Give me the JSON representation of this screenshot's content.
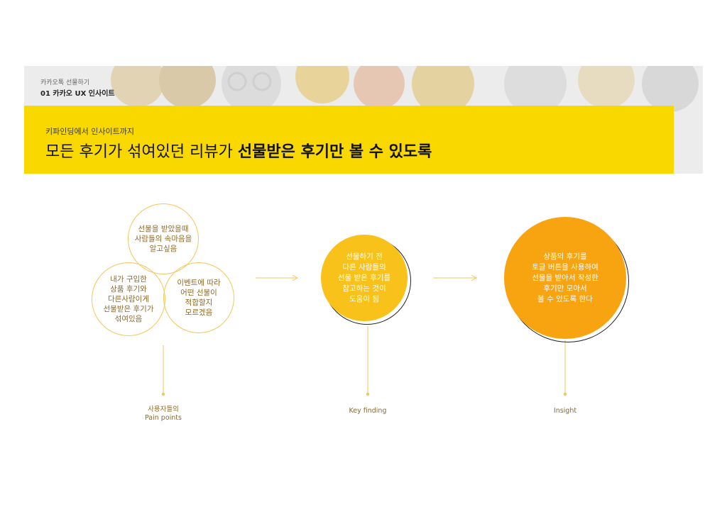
{
  "header": {
    "breadcrumb_top": "카카오톡 선물하기",
    "breadcrumb_main": "01 카카오 UX 인사이트"
  },
  "hero": {
    "subheading": "키파인딩에서 인사이트까지",
    "headline_normal": "모든 후기가 섞여있던 리뷰가 ",
    "headline_strong": "선물받은 후기만 볼 수 있도록"
  },
  "pain_points": {
    "circle_top": "선물을 받았을때\n사람들의 속마음을\n알고싶음",
    "circle_left": "내가 구입한\n상품 후기와\n다른사람이게\n선물받은 후기가\n섞여있음",
    "circle_right": "이벤트에 따라\n어떤 선물이\n적합할지\n모르겠음",
    "label": "사용자들의\nPain points"
  },
  "key_finding": {
    "text": "선물하기 전\n다른 사람들의\n선물 받은 후기를\n참고하는 것이\n도움이 됨",
    "label": "Key finding"
  },
  "insight": {
    "text": "상품의 후기를\n토글 버튼을 사용하여\n선물을 받아서 작성한\n후기만 모아서\n볼 수 있도록 한다",
    "label": "Insight"
  },
  "colors": {
    "band_yellow": "#f9d800",
    "outline": "#f3c75a",
    "mid_circle": "#f8c21a",
    "big_circle": "#f7a410"
  }
}
